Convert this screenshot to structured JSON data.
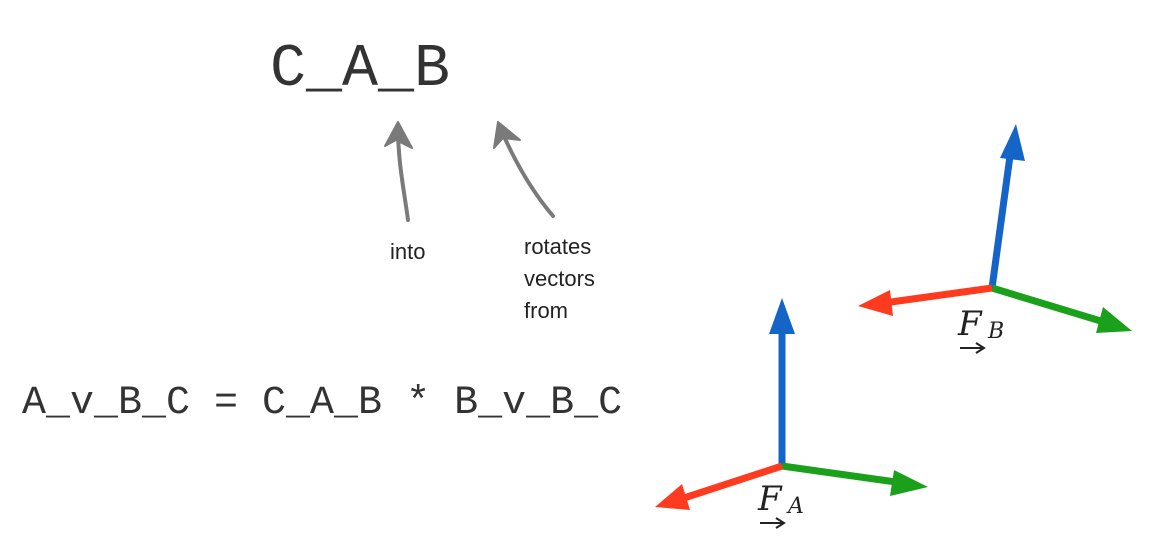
{
  "notation": {
    "title": "C_A_B",
    "into_label": "into",
    "rotates_label_lines": [
      "rotates",
      "vectors",
      "from"
    ],
    "equation": "A_v_B_C = C_A_B * B_v_B_C"
  },
  "frames": [
    {
      "symbol": "F",
      "subscript": "A"
    },
    {
      "symbol": "F",
      "subscript": "B"
    }
  ],
  "colors": {
    "x_axis": "#ff3b1f",
    "y_axis": "#1aa01a",
    "z_axis": "#1565c8",
    "annotation_arrow": "#7a7a7a"
  },
  "icons": {
    "frame_axes": "coordinate-frame-icon",
    "annotation_arrow": "hand-drawn-arrow-icon"
  }
}
